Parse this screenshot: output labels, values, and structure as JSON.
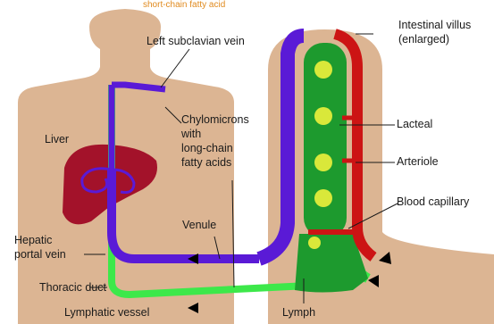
{
  "labels": {
    "top_partial": "short-chain fatty acid",
    "left_subclavian_vein": "Left subclavian vein",
    "intestinal_villus_1": "Intestinal villus",
    "intestinal_villus_2": "(enlarged)",
    "liver": "Liver",
    "chylomicrons_1": "Chylomicrons",
    "chylomicrons_2": "with",
    "chylomicrons_3": "long-chain",
    "chylomicrons_4": "fatty acids",
    "lacteal": "Lacteal",
    "arteriole": "Arteriole",
    "blood_capillary": "Blood capillary",
    "venule": "Venule",
    "hepatic_portal_vein_1": "Hepatic",
    "hepatic_portal_vein_2": "portal vein",
    "thoracic_duct": "Thoracic duct",
    "lymphatic_vessel": "Lymphatic vessel",
    "lymph": "Lymph"
  },
  "colors": {
    "skin": "#dcb593",
    "liver": "#a3122a",
    "vein": "#5a1ad6",
    "lymph_vessel": "#3de84a",
    "lacteal": "#1d9a2e",
    "artery": "#cc1414",
    "chylomicron": "#d9e83a",
    "label_text": "#1a1a1a",
    "top_text": "#e08a1e"
  }
}
